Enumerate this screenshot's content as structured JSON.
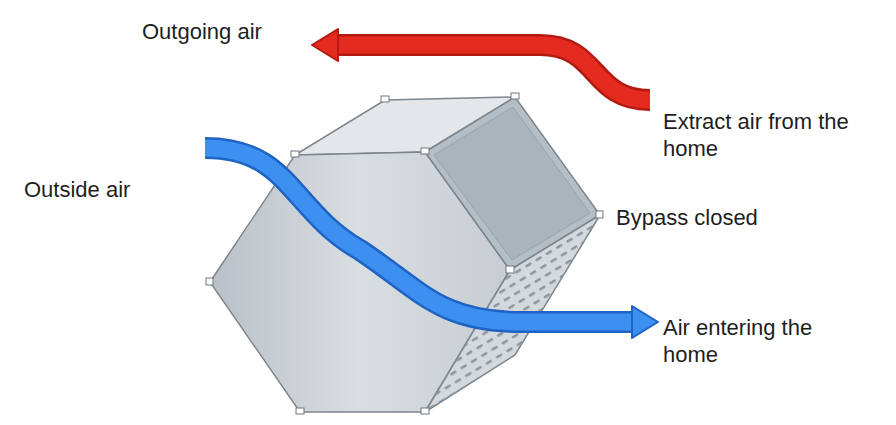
{
  "diagram": {
    "labels": [
      "Outgoing air",
      "Extract air from the home",
      "Outside air",
      "Bypass closed",
      "Air entering the home"
    ]
  }
}
